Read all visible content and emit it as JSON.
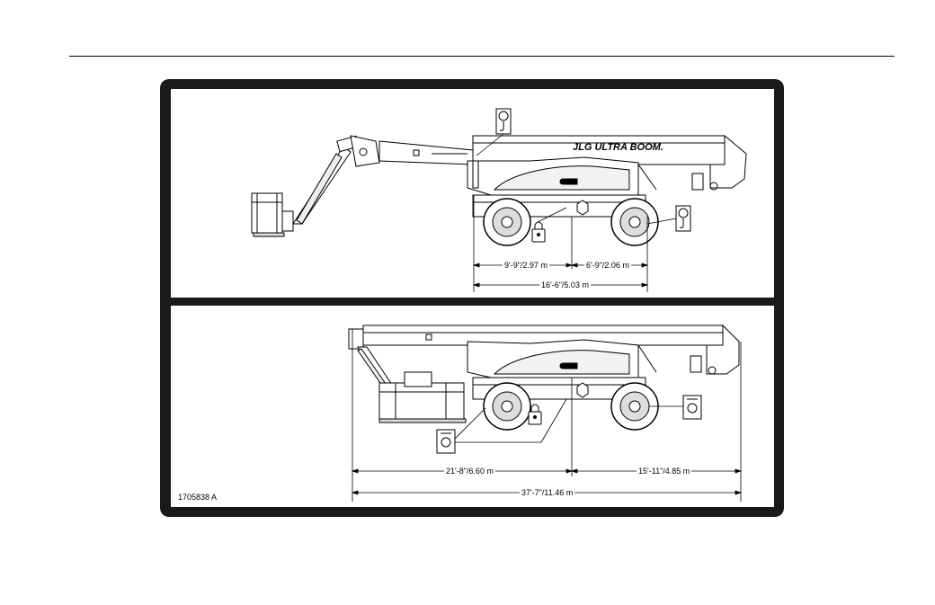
{
  "figure_id": "1705838 A",
  "brand": {
    "logo_text": "JLG",
    "model_text": "ULTRA BOOM."
  },
  "stowed": {
    "dim_rear": "9'-9\"/2.97 m",
    "dim_front": "6'-9\"/2.06 m",
    "dim_total": "16'-6\"/5.03 m",
    "symbols": [
      "lift-point-icon",
      "tie-down-lock-icon",
      "lift-point-icon"
    ]
  },
  "transport": {
    "dim_rear": "21'-8\"/6.60 m",
    "dim_front": "15'-11\"/4.85 m",
    "dim_total": "37'-7\"/11.46 m",
    "symbols": [
      "tie-down-lock-icon",
      "tie-down-point-icon",
      "tie-down-point-icon"
    ]
  }
}
